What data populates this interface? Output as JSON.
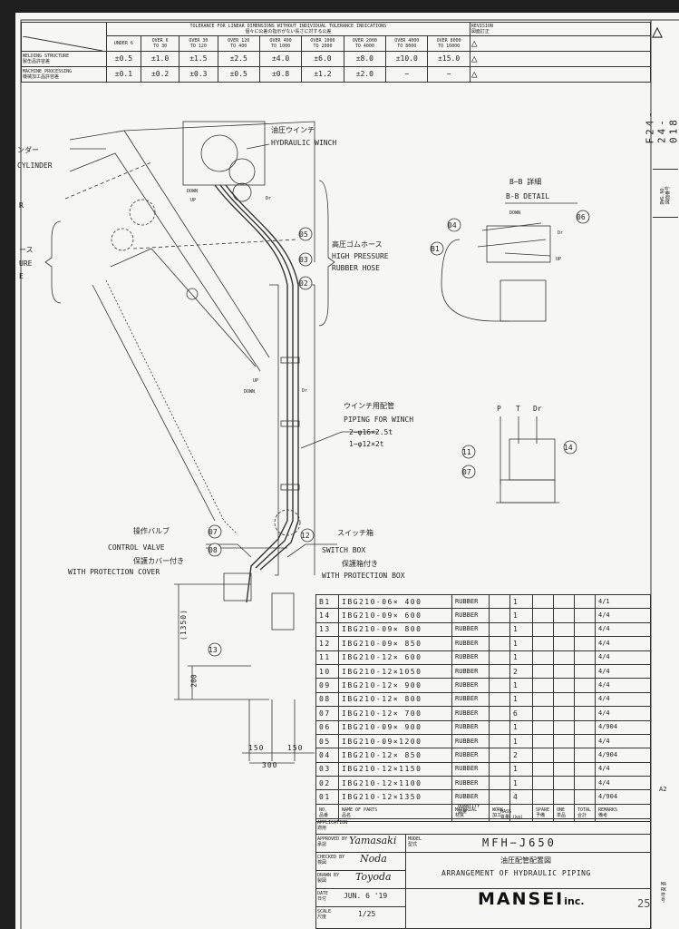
{
  "tolerance": {
    "title": "TOLERANCE FOR LINEAR DIMENSIONS WITHOUT INDIVIDUAL TOLERANCE INDICATIONS",
    "title_jp": "個々に公差の指示がない長さに対する公差",
    "ranges": [
      {
        "top": "UNDER 6",
        "bottom": ""
      },
      {
        "top": "OVER 6",
        "bottom": "TO 30"
      },
      {
        "top": "OVER 30",
        "bottom": "TO 120"
      },
      {
        "top": "OVER 120",
        "bottom": "TO 400"
      },
      {
        "top": "OVER 400",
        "bottom": "TO 1000"
      },
      {
        "top": "OVER 1000",
        "bottom": "TO 2000"
      },
      {
        "top": "OVER 2000",
        "bottom": "TO 4000"
      },
      {
        "top": "OVER 4000",
        "bottom": "TO 8000"
      },
      {
        "top": "OVER 8000",
        "bottom": "TO 16000"
      }
    ],
    "rows": [
      {
        "label": "WELDING STRUCTURE",
        "label_jp": "製缶品許容差",
        "values": [
          "±0.5",
          "±1.0",
          "±1.5",
          "±2.5",
          "±4.0",
          "±6.0",
          "±8.0",
          "±10.0",
          "±15.0"
        ]
      },
      {
        "label": "MACHINE PROCESSING",
        "label_jp": "機械加工品許容差",
        "values": [
          "±0.1",
          "±0.2",
          "±0.3",
          "±0.5",
          "±0.8",
          "±1.2",
          "±2.0",
          "−",
          "−"
        ]
      }
    ],
    "revision_label": "REVISION",
    "revision_label_jp": "図面訂正"
  },
  "drawing_number": "F24-24-018",
  "dwg_no_label": "DWG.NO.",
  "dwg_no_label_jp": "図面番号",
  "size_mark": "A2",
  "page_number": "25",
  "mark_label": "MARK 符号",
  "annotations": {
    "hydraulic_winch_jp": "油圧ウインチ",
    "hydraulic_winch": "HYDRAULIC WINCH",
    "cylinder_jp": "ンダー",
    "cylinder": "CYLINDER",
    "hose_left_jp": "ース",
    "hose_left_1": "URE",
    "hose_left_2": "E",
    "left_r": "R",
    "hp_hose_jp": "高圧ゴムホース",
    "hp_hose_1": "HIGH PRESSURE",
    "hp_hose_2": "RUBBER HOSE",
    "bb_jp": "B−B 詳細",
    "bb": "B-B DETAIL",
    "piping_jp": "ウインチ用配管",
    "piping": "PIPING FOR WINCH",
    "spec1": "2−φ16×2.5t",
    "spec2": "1−φ12×2t",
    "cv_jp": "操作バルブ",
    "cv": "CONTROL VALVE",
    "cover_jp": "保護カバー付き",
    "cover": "WITH PROTECTION COVER",
    "sb_jp": "スイッチ箱",
    "sb": "SWITCH BOX",
    "sbp_jp": "保護箱付き",
    "sbp": "WITH PROTECTION BOX",
    "up": "UP",
    "down": "DOWN",
    "dr": "Dr",
    "p": "P",
    "t": "T",
    "dim_1350": "(1350)",
    "dim_200": "200",
    "dim_150a": "150",
    "dim_150b": "150",
    "dim_300": "300"
  },
  "balloons": {
    "b05": "05",
    "b03": "03",
    "b02": "02",
    "b04": "04",
    "b06": "06",
    "bB1": "B1",
    "b11": "11",
    "b07": "07",
    "b14": "14",
    "b07b": "07",
    "b08": "08",
    "b12": "12",
    "b13": "13"
  },
  "parts": {
    "rows": [
      {
        "no": "B1",
        "name": "IBG210-06× 400",
        "material": "RUBBER",
        "qty": "1",
        "remarks": "4/1"
      },
      {
        "no": "14",
        "name": "IBG210-09× 600",
        "material": "RUBBER",
        "qty": "1",
        "remarks": "4/4"
      },
      {
        "no": "13",
        "name": "IBG210-09× 800",
        "material": "RUBBER",
        "qty": "1",
        "remarks": "4/4"
      },
      {
        "no": "12",
        "name": "IBG210-09× 850",
        "material": "RUBBER",
        "qty": "1",
        "remarks": "4/4"
      },
      {
        "no": "11",
        "name": "IBG210-12× 600",
        "material": "RUBBER",
        "qty": "1",
        "remarks": "4/4"
      },
      {
        "no": "10",
        "name": "IBG210-12×1050",
        "material": "RUBBER",
        "qty": "2",
        "remarks": "4/4"
      },
      {
        "no": "09",
        "name": "IBG210-12× 900",
        "material": "RUBBER",
        "qty": "1",
        "remarks": "4/4"
      },
      {
        "no": "08",
        "name": "IBG210-12× 800",
        "material": "RUBBER",
        "qty": "1",
        "remarks": "4/4"
      },
      {
        "no": "07",
        "name": "IBG210-12× 700",
        "material": "RUBBER",
        "qty": "6",
        "remarks": "4/4"
      },
      {
        "no": "06",
        "name": "IBG210-09× 900",
        "material": "RUBBER",
        "qty": "1",
        "remarks": "4/904"
      },
      {
        "no": "05",
        "name": "IBG210-09×1200",
        "material": "RUBBER",
        "qty": "1",
        "remarks": "4/4"
      },
      {
        "no": "04",
        "name": "IBG210-12× 850",
        "material": "RUBBER",
        "qty": "2",
        "remarks": "4/904"
      },
      {
        "no": "03",
        "name": "IBG210-12×1150",
        "material": "RUBBER",
        "qty": "1",
        "remarks": "4/4"
      },
      {
        "no": "02",
        "name": "IBG210-12×1100",
        "material": "RUBBER",
        "qty": "1",
        "remarks": "4/4"
      },
      {
        "no": "01",
        "name": "IBG210-12×1350",
        "material": "RUBBER",
        "qty": "4",
        "remarks": "4/904"
      }
    ],
    "headers": {
      "no": "NO.",
      "no_jp": "品番",
      "name": "NAME OF PARTS",
      "name_jp": "品名",
      "material": "MATERIAL",
      "material_jp": "材質",
      "work": "WORK",
      "work_jp": "加工",
      "quantity": "QUANTITY",
      "quantity_jp": "数量",
      "spare": "SPARE",
      "spare_jp": "予備",
      "one": "ONE",
      "one_jp": "単品",
      "mass": "MASS",
      "mass_jp": "質量 (kg)",
      "total": "TOTAL",
      "total_jp": "合計",
      "remarks": "REMARKS",
      "remarks_jp": "備考"
    }
  },
  "title_block": {
    "application": "APPLICATION",
    "application_jp": "適用",
    "approved": "APPROVED BY",
    "approved_jp": "承認",
    "approved_sig": "Yamasaki",
    "checked": "CHECKED BY",
    "checked_jp": "検図",
    "checked_sig": "Noda",
    "drawn": "DRAWN BY",
    "drawn_jp": "製図",
    "drawn_sig": "Toyoda",
    "date_label": "DATE",
    "date_label_jp": "日付",
    "date": "JUN. 6 '19",
    "scale_label": "SCALE",
    "scale_label_jp": "尺度",
    "scale": "1/25",
    "model_label": "MODEL",
    "model_label_jp": "型式",
    "model": "MFH−J650",
    "title_jp": "油圧配管配置図",
    "title": "ARRANGEMENT OF HYDRAULIC PIPING",
    "logo": "MANSEI",
    "logo_suffix": "inc."
  }
}
